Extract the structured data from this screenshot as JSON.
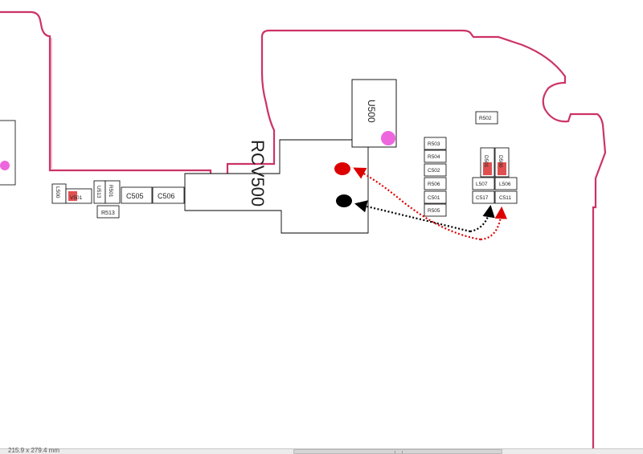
{
  "diagram": {
    "outline_color": "#cc3366",
    "marker_red": "#dd0000",
    "marker_black": "#000000",
    "pad_pink": "#ee66dd",
    "highlight_red": "#e05050",
    "components": {
      "rcv500": "RCV500",
      "u500": "U500",
      "l500": "L500",
      "v501": "V501",
      "u513": "U513",
      "r501": "R501",
      "r513": "R513",
      "c505": "C505",
      "c506": "C506",
      "r503": "R503",
      "r504": "R504",
      "c502": "C502",
      "r506": "R506",
      "c501": "C501",
      "r505": "R505",
      "r502": "R502",
      "d501": "D501",
      "d500": "D500",
      "l507": "L507",
      "l506": "L506",
      "c517": "C517",
      "c511": "C511"
    }
  },
  "status": {
    "page_size": "215.9 x 279.4 mm"
  }
}
